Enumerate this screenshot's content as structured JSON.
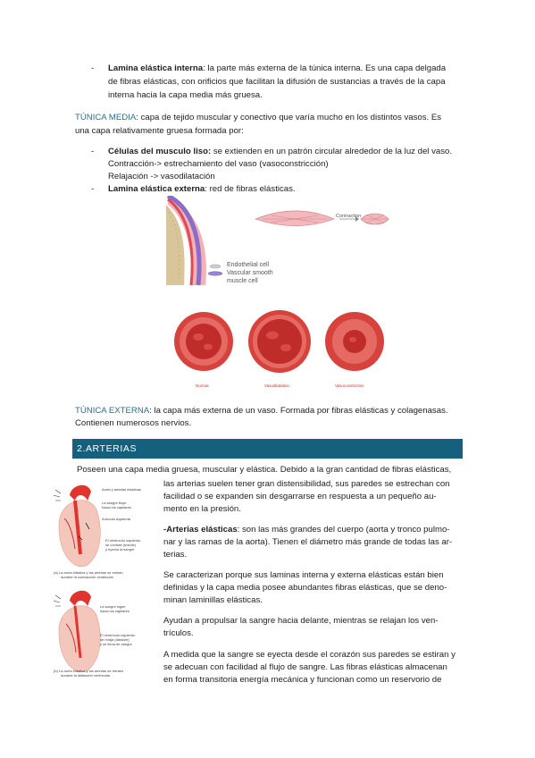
{
  "bullet1": {
    "dash": "-",
    "term": "Lamina elástica interna",
    "line1": ": la parte más externa de la túnica interna. Es una capa delgada",
    "line2": "de fibras elásticas, con orificios que facilitan la difusión de sustancias a través de la capa",
    "line3": "interna hacia la capa media más gruesa."
  },
  "tunica_media": {
    "heading": "TÚNICA MEDIA",
    "line1": ": capa de tejido muscular y conectivo que varía mucho en los distintos vasos. Es",
    "line2": "una capa relativamente gruesa formada por:"
  },
  "bullet2": {
    "dash": "-",
    "term": "Células del musculo liso:",
    "line1": " se extienden en un patrón circular alrededor de la luz del vaso.",
    "line2": "Contracción-> estrechamiento del vaso (vasoconstricción)",
    "line3": "Relajación -> vasodilatación"
  },
  "bullet3": {
    "dash": "-",
    "term": "Lamina elástica externa",
    "line1": ": red de fibras elásticas."
  },
  "figure1": {
    "contraction": "Contraction",
    "legend1": "Endothelial cell",
    "legend2": "Vascular smooth",
    "legend3": "muscle cell",
    "cap_normal": "Normal",
    "cap_vasodilatation": "Vasodilatation",
    "cap_vasoconstriction": "Vasoconstriction"
  },
  "tunica_externa": {
    "heading": "TÚNICA EXTERNA",
    "line1": ": la capa más externa de un vaso. Formada por fibras elásticas y colagenasas.",
    "line2": "Contienen numerosos nervios."
  },
  "section": {
    "title": "2.ARTERIAS"
  },
  "arterias": {
    "p1_line1": "Poseen una capa media gruesa, muscular y elástica. Debido a la gran cantidad de fibras elásticas,",
    "p1_line2": "las arterias suelen tener gran distensibilidad, sus paredes se estrechan con",
    "p1_line3": "facilidad o se expanden sin desgarrarse en respuesta a un pequeño au-",
    "p1_line4": "mento en la presión.",
    "p2_term": "-Arterias elásticas",
    "p2_line1": ": son las más grandes del cuerpo (aorta y tronco pulmo-",
    "p2_line2": "nar y las ramas de la aorta). Tienen el diámetro más grande de todas las ar-",
    "p2_line3": "terias.",
    "p3_line1": "Se caracterizan porque sus laminas interna y externa elásticas están bien",
    "p3_line2": "definidas y la capa media posee abundantes fibras elásticas, que se deno-",
    "p3_line3": "minan laminillas elásticas.",
    "p4_line1": "Ayudan a propulsar la sangre hacia delante, mientras se relajan los ven-",
    "p4_line2": "trículos.",
    "p5_line1": "A medida que la sangre se eyecta desde el corazón sus paredes se estiran y",
    "p5_line2": "se adecuan con facilidad al flujo de sangre. Las fibras elásticas almacenan",
    "p5_line3": "en forma transitoria energía mecánica y funcionan como un reservorio de"
  },
  "figure2": {
    "a1": "Aorta y arterias elásticas",
    "a2": "La sangre fluye",
    "a3": "hacia los capilares",
    "a4": "Aurícula izquierda",
    "a5": "El ventrículo izquierdo",
    "a6": "se contrae (sístole)",
    "a7": "y eyecta la sangre",
    "cap_a1": "(a) La aorta elástica y las arterias se estiran",
    "cap_a2": "durante la contracción ventricular",
    "b1": "La sangre sigue",
    "b2": "hacia los capilares",
    "b3": "El ventrículo izquierdo",
    "b4": "se relaja (diástole)",
    "b5": "y se llena de sangre",
    "cap_b1": "(b) La aorta elástica y las arterias se retraen",
    "cap_b2": "durante la dilatación ventricular"
  }
}
